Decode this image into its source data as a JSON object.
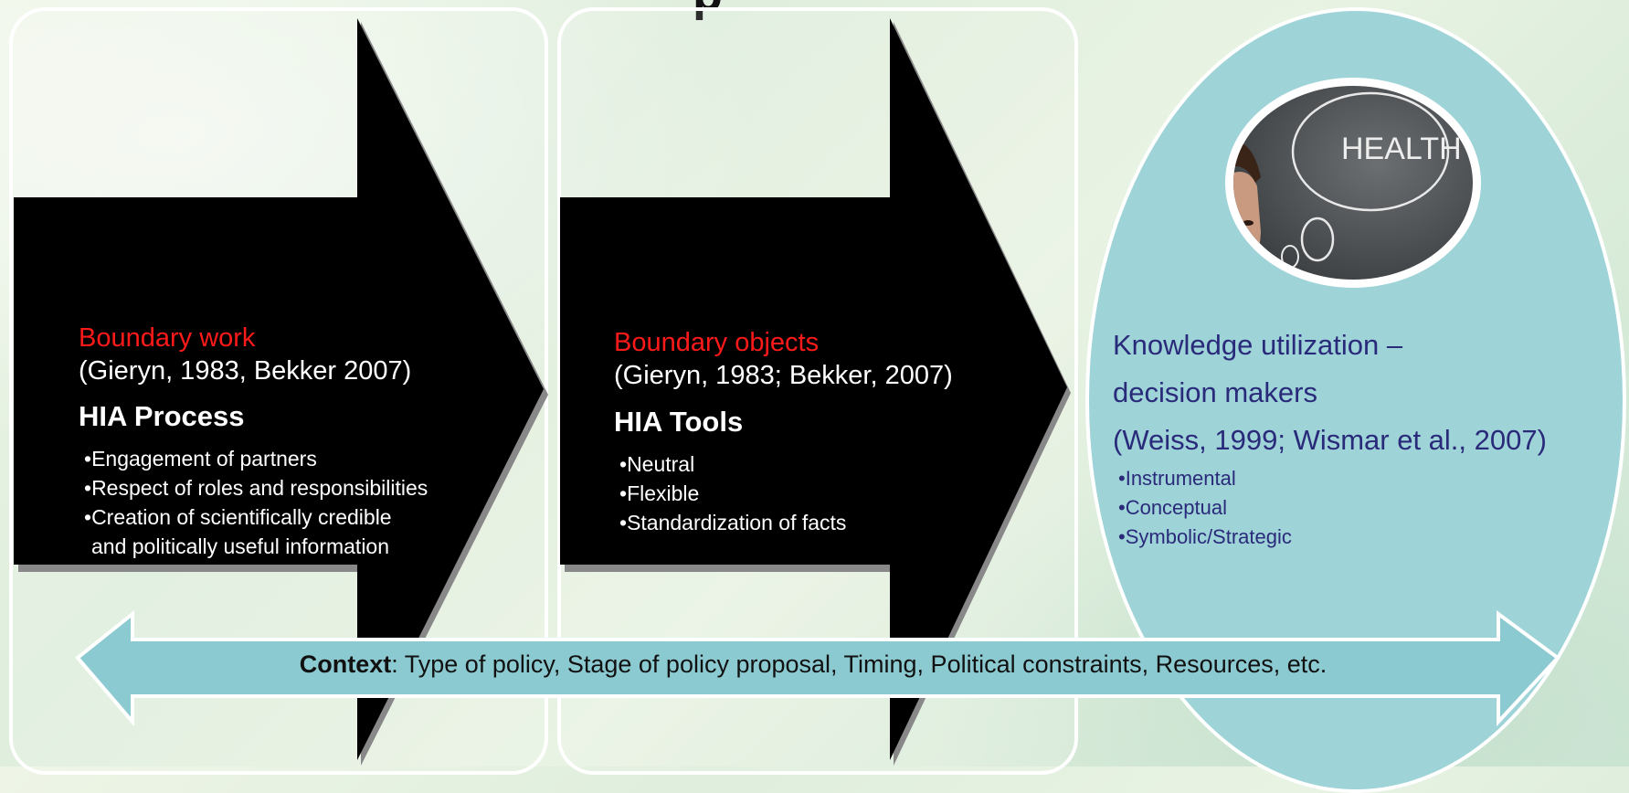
{
  "title": "p",
  "stage1": {
    "label": "Boundary work",
    "citation": "(Gieryn, 1983, Bekker 2007)",
    "heading": "HIA Process",
    "bullets": [
      "Engagement of partners",
      "Respect of roles and responsibilities",
      "Creation of scientifically credible",
      "and  politically useful information"
    ]
  },
  "stage2": {
    "label": "Boundary objects",
    "citation": "(Gieryn, 1983; Bekker, 2007)",
    "heading": "HIA Tools",
    "bullets": [
      "Neutral",
      "Flexible",
      "Standardization of facts"
    ]
  },
  "stage3": {
    "line1": "Knowledge utilization –",
    "line2": "decision makers",
    "citation": "(Weiss, 1999; Wismar et al., 2007)",
    "bullets": [
      "Instrumental",
      "Conceptual",
      "Symbolic/Strategic"
    ],
    "photo_text": "HEALTH"
  },
  "context": {
    "label": "Context",
    "text": ": Type of policy, Stage of policy proposal,  Timing, Political constraints, Resources, etc."
  },
  "colors": {
    "arrow": "#000000",
    "label_red": "#ff1a1a",
    "ellipse": "#9ed3d8",
    "double_arrow": "#8ccad1",
    "navy_text": "#2a2a7a"
  }
}
